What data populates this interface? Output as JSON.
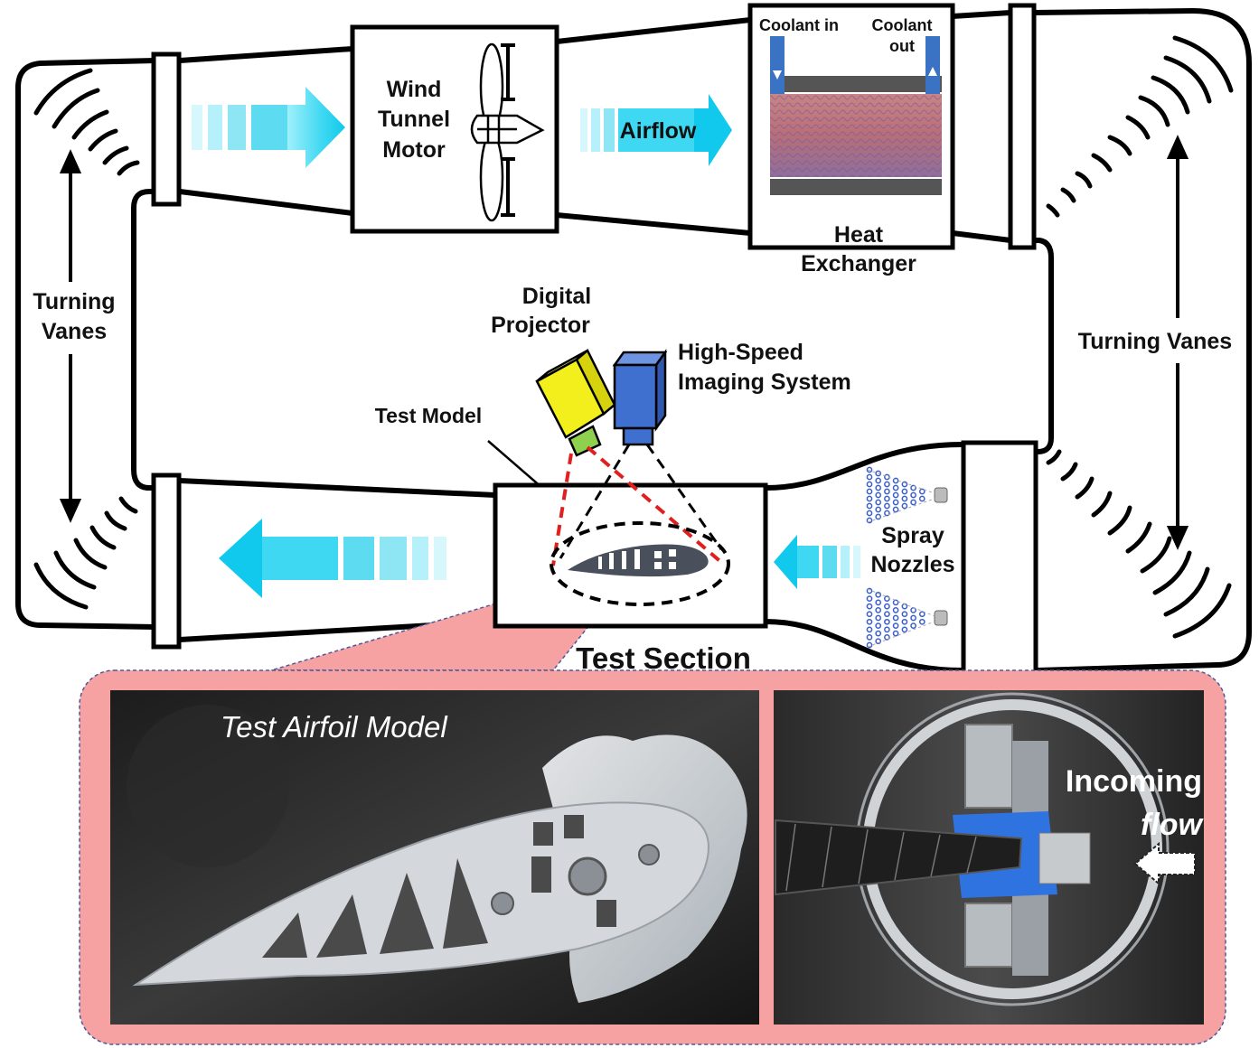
{
  "labels": {
    "motor_line1": "Wind",
    "motor_line2": "Tunnel",
    "motor_line3": "Motor",
    "airflow": "Airflow",
    "coolant_in": "Coolant in",
    "coolant_out_line1": "Coolant",
    "coolant_out_line2": "out",
    "heat_exchanger_line1": "Heat",
    "heat_exchanger_line2": "Exchanger",
    "turning_vanes_left_line1": "Turning",
    "turning_vanes_left_line2": "Vanes",
    "turning_vanes_right": "Turning Vanes",
    "digital_projector_line1": "Digital",
    "digital_projector_line2": "Projector",
    "imaging_line1": "High-Speed",
    "imaging_line2": "Imaging System",
    "test_model": "Test Model",
    "spray_line1": "Spray",
    "spray_line2": "Nozzles",
    "test_section": "Test Section",
    "photo_left_caption": "Test Airfoil Model",
    "photo_right_caption_line1": "Incoming",
    "photo_right_caption_line2": "flow"
  },
  "colors": {
    "flow_arrow": "#22d3ee",
    "projector_body": "#f2ef1c",
    "projector_lens": "#8fd14f",
    "camera_body": "#3f6fcf",
    "callout_fill": "#f7a2a2",
    "projection_dash": "#e02020",
    "spray_dot": "#3a5fcd"
  }
}
